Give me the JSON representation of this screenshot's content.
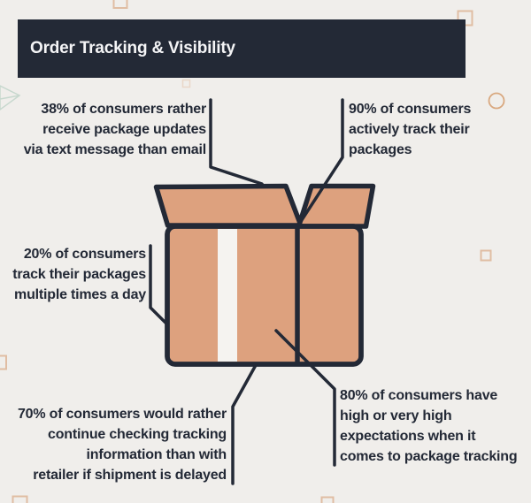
{
  "header": {
    "title": "Order Tracking & Visibility"
  },
  "stats": [
    {
      "id": "stat-38",
      "lines": [
        "38% of consumers rather",
        "receive package updates",
        "via text message than email"
      ]
    },
    {
      "id": "stat-90",
      "lines": [
        "90% of consumers",
        "actively track their",
        "packages"
      ]
    },
    {
      "id": "stat-20",
      "lines": [
        "20% of consumers",
        "track their packages",
        "multiple times a day"
      ]
    },
    {
      "id": "stat-70",
      "lines": [
        "70% of consumers would rather",
        "continue checking tracking",
        "information than with",
        "retailer if shipment is delayed"
      ]
    },
    {
      "id": "stat-80",
      "lines": [
        "80% of consumers have",
        "high or very high",
        "expectations when it",
        "comes to package tracking"
      ]
    }
  ],
  "illustration": {
    "subject": "open cardboard box with tape stripe and five callout lines"
  },
  "decorations": {
    "shapes": [
      "square-outline",
      "square-outline",
      "square-outline",
      "square-outline",
      "square-outline",
      "square-outline",
      "square-outline",
      "circle-outline",
      "triangle-outline"
    ]
  },
  "colors": {
    "background": "#f0eeeb",
    "ink": "#232936",
    "title_bar": "#232936",
    "title_text": "#f4f4f6",
    "box_fill": "#dda17e",
    "tape_stripe": "#f5f3f0",
    "decoration_tan": "#e0bda3",
    "decoration_sage": "#c7d8ce"
  }
}
